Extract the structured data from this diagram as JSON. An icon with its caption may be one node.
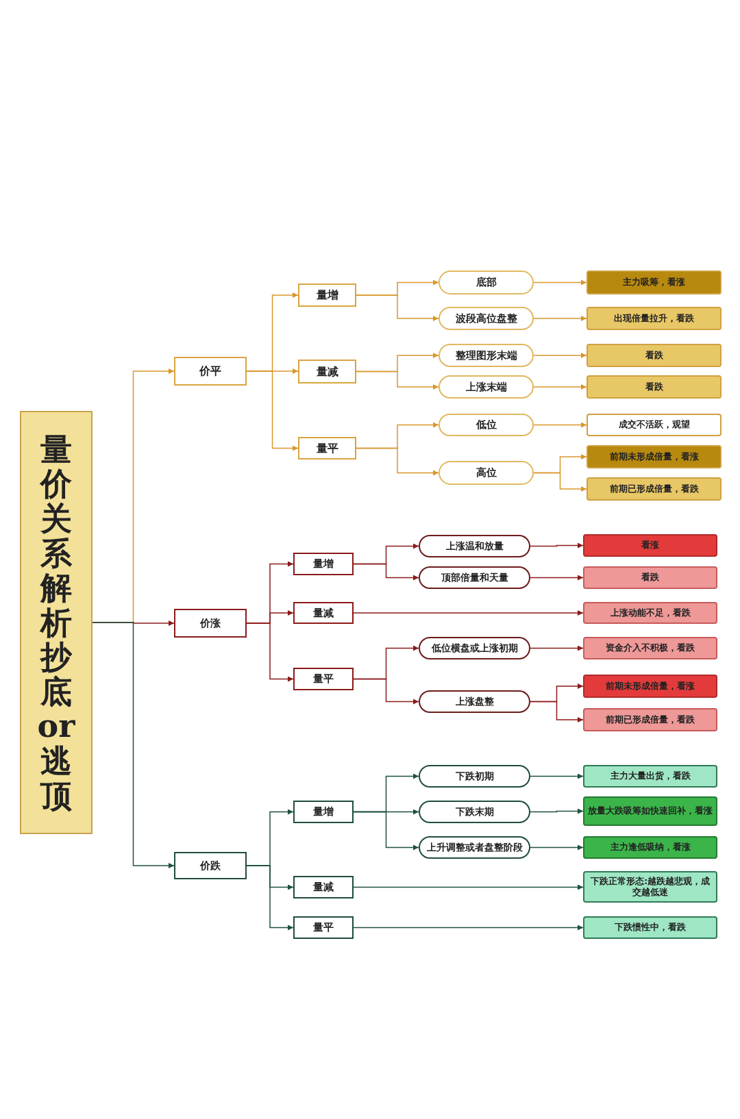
{
  "diagram": {
    "nodes": [
      {
        "text": [
          "量价关系解析抄底or逃顶"
        ]
      },
      {
        "text": [
          "价平"
        ]
      },
      {
        "text": [
          "量增"
        ]
      },
      {
        "text": [
          "量减"
        ]
      },
      {
        "text": [
          "量平"
        ]
      },
      {
        "text": [
          "底部"
        ]
      },
      {
        "text": [
          "波段高位盘整"
        ]
      },
      {
        "text": [
          "整理图形末端"
        ]
      },
      {
        "text": [
          "上涨末端"
        ]
      },
      {
        "text": [
          "低位"
        ]
      },
      {
        "text": [
          "高位"
        ]
      },
      {
        "text": [
          "主力吸筹，看涨"
        ]
      },
      {
        "text": [
          "出现倍量拉升，看跌"
        ]
      },
      {
        "text": [
          "看跌"
        ]
      },
      {
        "text": [
          "看跌"
        ]
      },
      {
        "text": [
          "成交不活跃，观望"
        ]
      },
      {
        "text": [
          "前期未形成倍量，看涨"
        ]
      },
      {
        "text": [
          "前期已形成倍量，看跌"
        ]
      },
      {
        "text": [
          "价涨"
        ]
      },
      {
        "text": [
          "量增"
        ]
      },
      {
        "text": [
          "量减"
        ]
      },
      {
        "text": [
          "量平"
        ]
      },
      {
        "text": [
          "上涨温和放量"
        ]
      },
      {
        "text": [
          "顶部倍量和天量"
        ]
      },
      {
        "text": [
          "低位横盘或上涨初期"
        ]
      },
      {
        "text": [
          "上涨盘整"
        ]
      },
      {
        "text": [
          "看涨"
        ]
      },
      {
        "text": [
          "看跌"
        ]
      },
      {
        "text": [
          "上涨动能不足，看跌"
        ]
      },
      {
        "text": [
          "资金介入不积极，看跌"
        ]
      },
      {
        "text": [
          "前期未形成倍量，看涨"
        ]
      },
      {
        "text": [
          "前期已形成倍量，看跌"
        ]
      },
      {
        "text": [
          "价跌"
        ]
      },
      {
        "text": [
          "量增"
        ]
      },
      {
        "text": [
          "量减"
        ]
      },
      {
        "text": [
          "量平"
        ]
      },
      {
        "text": [
          "下跌初期"
        ]
      },
      {
        "text": [
          "下跌末期"
        ]
      },
      {
        "text": [
          "上升调整或者盘整阶段"
        ]
      },
      {
        "text": [
          "主力大量出货，看跌"
        ]
      },
      {
        "text": [
          "放量大跌吸筹如快速回补，看涨"
        ]
      },
      {
        "text": [
          "主力逢低吸纳，看涨"
        ]
      },
      {
        "text": [
          "下跌正常形态:越跌越悲观，成交越低迷"
        ]
      },
      {
        "text": [
          "下跌惯性中，看跌"
        ]
      }
    ],
    "edges": [
      {
        "from": 0,
        "to": 1,
        "arrow": "to"
      },
      {
        "from": 1,
        "to": 2,
        "arrow": "to"
      },
      {
        "from": 1,
        "to": 3,
        "arrow": "to"
      },
      {
        "from": 1,
        "to": 4,
        "arrow": "to"
      },
      {
        "from": 2,
        "to": 5,
        "arrow": "to"
      },
      {
        "from": 2,
        "to": 6,
        "arrow": "to"
      },
      {
        "from": 3,
        "to": 7,
        "arrow": "to"
      },
      {
        "from": 3,
        "to": 8,
        "arrow": "to"
      },
      {
        "from": 4,
        "to": 9,
        "arrow": "to"
      },
      {
        "from": 4,
        "to": 10,
        "arrow": "to"
      },
      {
        "from": 5,
        "to": 11,
        "arrow": "to"
      },
      {
        "from": 6,
        "to": 12,
        "arrow": "to"
      },
      {
        "from": 7,
        "to": 13,
        "arrow": "to"
      },
      {
        "from": 8,
        "to": 14,
        "arrow": "to"
      },
      {
        "from": 9,
        "to": 15,
        "arrow": "to"
      },
      {
        "from": 10,
        "to": 16,
        "arrow": "to"
      },
      {
        "from": 10,
        "to": 17,
        "arrow": "to"
      },
      {
        "from": 0,
        "to": 18,
        "arrow": "to",
        "color": "#8b1a1a"
      },
      {
        "from": 18,
        "to": 19,
        "arrow": "to",
        "color": "#8b1a1a"
      },
      {
        "from": 18,
        "to": 20,
        "arrow": "to",
        "color": "#8b1a1a"
      },
      {
        "from": 18,
        "to": 21,
        "arrow": "to",
        "color": "#8b1a1a"
      },
      {
        "from": 19,
        "to": 22,
        "arrow": "to",
        "color": "#8b1a1a"
      },
      {
        "from": 19,
        "to": 23,
        "arrow": "to",
        "color": "#8b1a1a"
      },
      {
        "from": 20,
        "to": 28,
        "arrow": "to",
        "color": "#8b1a1a"
      },
      {
        "from": 21,
        "to": 24,
        "arrow": "to",
        "color": "#8b1a1a"
      },
      {
        "from": 21,
        "to": 25,
        "arrow": "to",
        "color": "#8b1a1a"
      },
      {
        "from": 22,
        "to": 26,
        "arrow": "to",
        "color": "#8b1a1a"
      },
      {
        "from": 23,
        "to": 27,
        "arrow": "to",
        "color": "#8b1a1a"
      },
      {
        "from": 24,
        "to": 29,
        "arrow": "to",
        "color": "#8b1a1a"
      },
      {
        "from": 25,
        "to": 30,
        "arrow": "to",
        "color": "#8b1a1a"
      },
      {
        "from": 25,
        "to": 31,
        "arrow": "to",
        "color": "#8b1a1a"
      },
      {
        "from": 0,
        "to": 32,
        "arrow": "to",
        "color": "#1f5040"
      },
      {
        "from": 32,
        "to": 33,
        "arrow": "to",
        "color": "#1f5040"
      },
      {
        "from": 32,
        "to": 34,
        "arrow": "to",
        "color": "#1f5040"
      },
      {
        "from": 32,
        "to": 35,
        "arrow": "to",
        "color": "#1f5040"
      },
      {
        "from": 33,
        "to": 36,
        "arrow": "to",
        "color": "#1f5040"
      },
      {
        "from": 33,
        "to": 37,
        "arrow": "to",
        "color": "#1f5040"
      },
      {
        "from": 33,
        "to": 38,
        "arrow": "to",
        "color": "#1f5040"
      },
      {
        "from": 34,
        "to": 42,
        "arrow": "to",
        "color": "#1f5040"
      },
      {
        "from": 35,
        "to": 43,
        "arrow": "to",
        "color": "#1f5040"
      },
      {
        "from": 36,
        "to": 39,
        "arrow": "to",
        "color": "#1f5040"
      },
      {
        "from": 37,
        "to": 40,
        "arrow": "to",
        "color": "#1f5040"
      },
      {
        "from": 38,
        "to": 41,
        "arrow": "to",
        "color": "#1f5040"
      }
    ]
  }
}
